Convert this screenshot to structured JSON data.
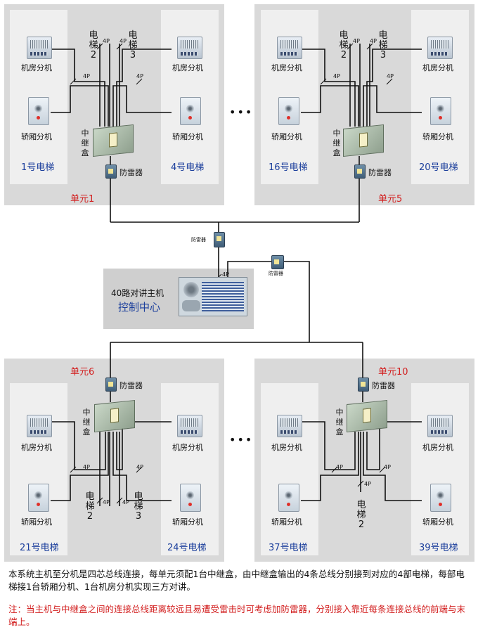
{
  "labels": {
    "machine_room": "机房分机",
    "car": "轿厢分机",
    "relay": "中继盒",
    "arrester": "防雷器",
    "bus_4p": "4P",
    "elevator_2": "电梯2",
    "elevator_3": "电梯3"
  },
  "units": {
    "u1": {
      "name": "单元1",
      "left_elevator": "1号电梯",
      "right_elevator": "4号电梯"
    },
    "u5": {
      "name": "单元5",
      "left_elevator": "16号电梯",
      "right_elevator": "20号电梯"
    },
    "u6": {
      "name": "单元6",
      "left_elevator": "21号电梯",
      "right_elevator": "24号电梯"
    },
    "u10": {
      "name": "单元10",
      "left_elevator": "37号电梯",
      "right_elevator": "39号电梯"
    }
  },
  "center": {
    "title": "40路对讲主机",
    "subtitle": "控制中心"
  },
  "ellipsis": "•••",
  "notes": {
    "description": "本系统主机至分机是四芯总线连接，每单元须配1台中继盒，由中继盒输出的4条总线分别接到对应的4部电梯，每部电梯接1台轿厢分机、1台机房分机实现三方对讲。",
    "warning": "注：当主机与中继盒之间的连接总线距离较远且易遭受雷击时可考虑加防雷器，分别接入靠近每条连接总线的前端与末端上。"
  },
  "colors": {
    "unit_bg": "#d9d9d9",
    "column_bg": "#efefef",
    "label_blue": "#1c3f9c",
    "label_red": "#d21e1e"
  }
}
